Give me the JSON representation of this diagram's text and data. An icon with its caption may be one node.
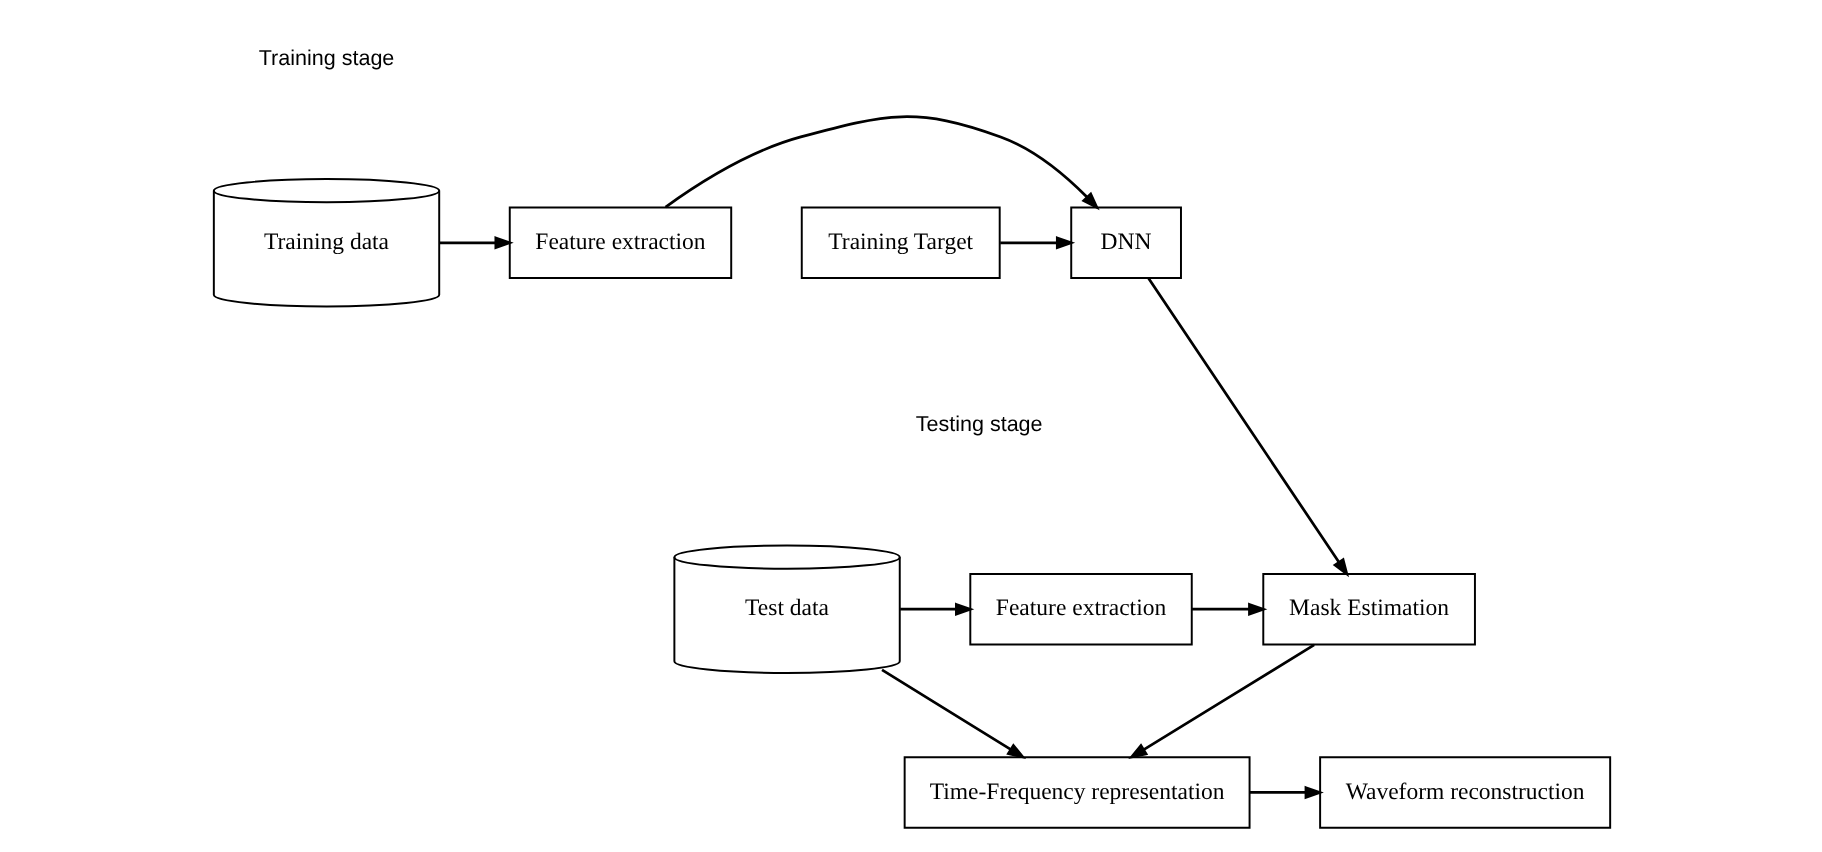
{
  "diagram": {
    "nodes": [
      {
        "text": [
          "Training data"
        ]
      },
      {
        "text": [
          "Feature extraction"
        ]
      },
      {
        "text": [
          "DNN"
        ]
      },
      {
        "text": [
          "Training Target"
        ]
      },
      {
        "text": [
          "Test data"
        ]
      },
      {
        "text": [
          "Feature extraction"
        ]
      },
      {
        "text": [
          "Mask Estimation"
        ]
      },
      {
        "text": [
          "Time-Frequency representation"
        ]
      },
      {
        "text": [
          "Waveform reconstruction"
        ]
      }
    ],
    "edges": [
      {
        "from": 0,
        "to": 1,
        "arrow": "to"
      },
      {
        "from": 1,
        "to": 2,
        "arrow": "to"
      },
      {
        "from": 3,
        "to": 2,
        "arrow": "to"
      },
      {
        "from": 2,
        "to": 6,
        "arrow": "to"
      },
      {
        "from": 4,
        "to": 5,
        "arrow": "to"
      },
      {
        "from": 5,
        "to": 6,
        "arrow": "to"
      },
      {
        "from": 6,
        "to": 7,
        "arrow": "to"
      },
      {
        "from": 4,
        "to": 7,
        "arrow": "to"
      },
      {
        "from": 7,
        "to": 8,
        "arrow": "to"
      }
    ],
    "labels": [
      "Training stage",
      "Testing stage"
    ]
  }
}
